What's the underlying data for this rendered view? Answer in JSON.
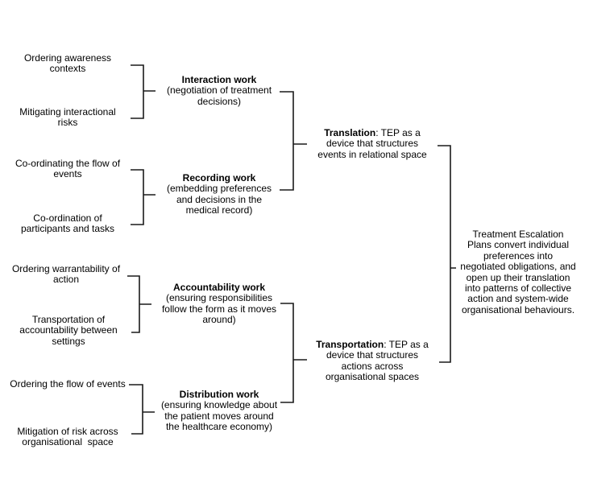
{
  "figure": {
    "codes": [
      {
        "lines": [
          "Ordering awareness",
          "contexts"
        ]
      },
      {
        "lines": [
          "Mitigating interactional",
          "risks"
        ]
      },
      {
        "lines": [
          "Co-ordinating the flow of",
          "events"
        ]
      },
      {
        "lines": [
          "Co-ordination of",
          "participants and tasks"
        ]
      },
      {
        "lines": [
          "Ordering warrantability of",
          "action"
        ]
      },
      {
        "lines": [
          "Transportation of",
          "accountability between",
          "settings"
        ]
      },
      {
        "lines": [
          "Ordering the flow of events"
        ]
      },
      {
        "lines": [
          "Mitigation of risk across",
          "organisational  space"
        ]
      }
    ],
    "themes": [
      {
        "title": "Interaction work",
        "desc_lines": [
          "(negotiation of treatment",
          "decisions)"
        ]
      },
      {
        "title": "Recording work",
        "desc_lines": [
          "(embedding preferences",
          "and decisions in the",
          "medical record)"
        ]
      },
      {
        "title": "Accountability work",
        "desc_lines": [
          "(ensuring responsibilities",
          "follow the form as it moves",
          "around)"
        ]
      },
      {
        "title": "Distribution work",
        "desc_lines": [
          "(ensuring knowledge about",
          "the patient moves around",
          "the healthcare economy)"
        ]
      }
    ],
    "meta_themes": [
      {
        "term": "Translation",
        "lead": ": TEP as a",
        "lines": [
          "device that structures",
          "events in relational space"
        ]
      },
      {
        "term": "Transportation",
        "lead": ": TEP as a",
        "lines": [
          "device that structures",
          "actions across",
          "organisational spaces"
        ]
      }
    ],
    "summary_lines": [
      "Treatment Escalation",
      "Plans convert individual",
      "preferences into",
      "negotiated obligations, and",
      "open up their translation",
      "into patterns of collective",
      "action and system-wide",
      "organisational behaviours."
    ]
  },
  "colors": {
    "background": "#ffffff",
    "text": "#000000",
    "line": "#1a1a1a"
  }
}
